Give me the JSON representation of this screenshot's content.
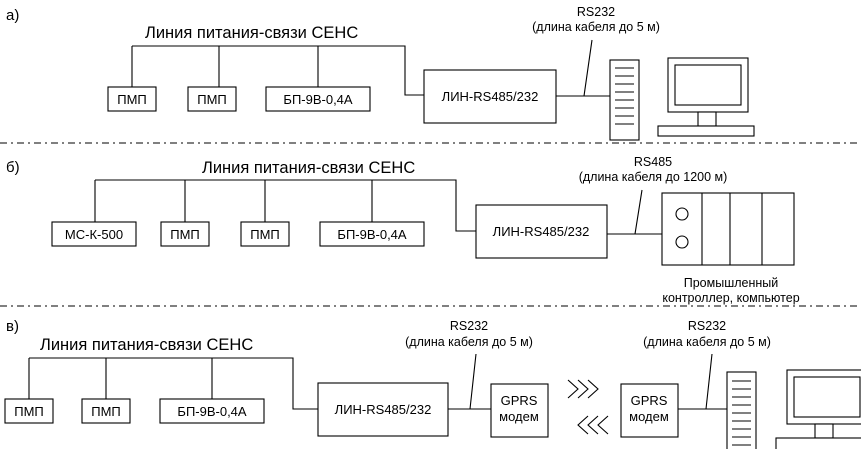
{
  "section_a": {
    "marker": "а)",
    "line_title": "Линия питания-связи СЕНС",
    "devices": [
      "ПМП",
      "ПМП",
      "БП-9В-0,4А"
    ],
    "converter": "ЛИН-RS485/232",
    "interface": "RS232",
    "cable": "(длина кабеля до 5 м)"
  },
  "section_b": {
    "marker": "б)",
    "line_title": "Линия питания-связи СЕНС",
    "devices": [
      "МС-К-500",
      "ПМП",
      "ПМП",
      "БП-9В-0,4А"
    ],
    "converter": "ЛИН-RS485/232",
    "interface": "RS485",
    "cable": "(длина кабеля до 1200 м)",
    "controller_caption_1": "Промышленный",
    "controller_caption_2": "контроллер, компьютер"
  },
  "section_c": {
    "marker": "в)",
    "line_title": "Линия питания-связи СЕНС",
    "devices": [
      "ПМП",
      "ПМП",
      "БП-9В-0,4А"
    ],
    "converter": "ЛИН-RS485/232",
    "interface_1": "RS232",
    "cable_1": "(длина кабеля до 5 м)",
    "interface_2": "RS232",
    "cable_2": "(длина кабеля до 5 м)",
    "modem_line1": "GPRS",
    "modem_line2": "модем"
  }
}
